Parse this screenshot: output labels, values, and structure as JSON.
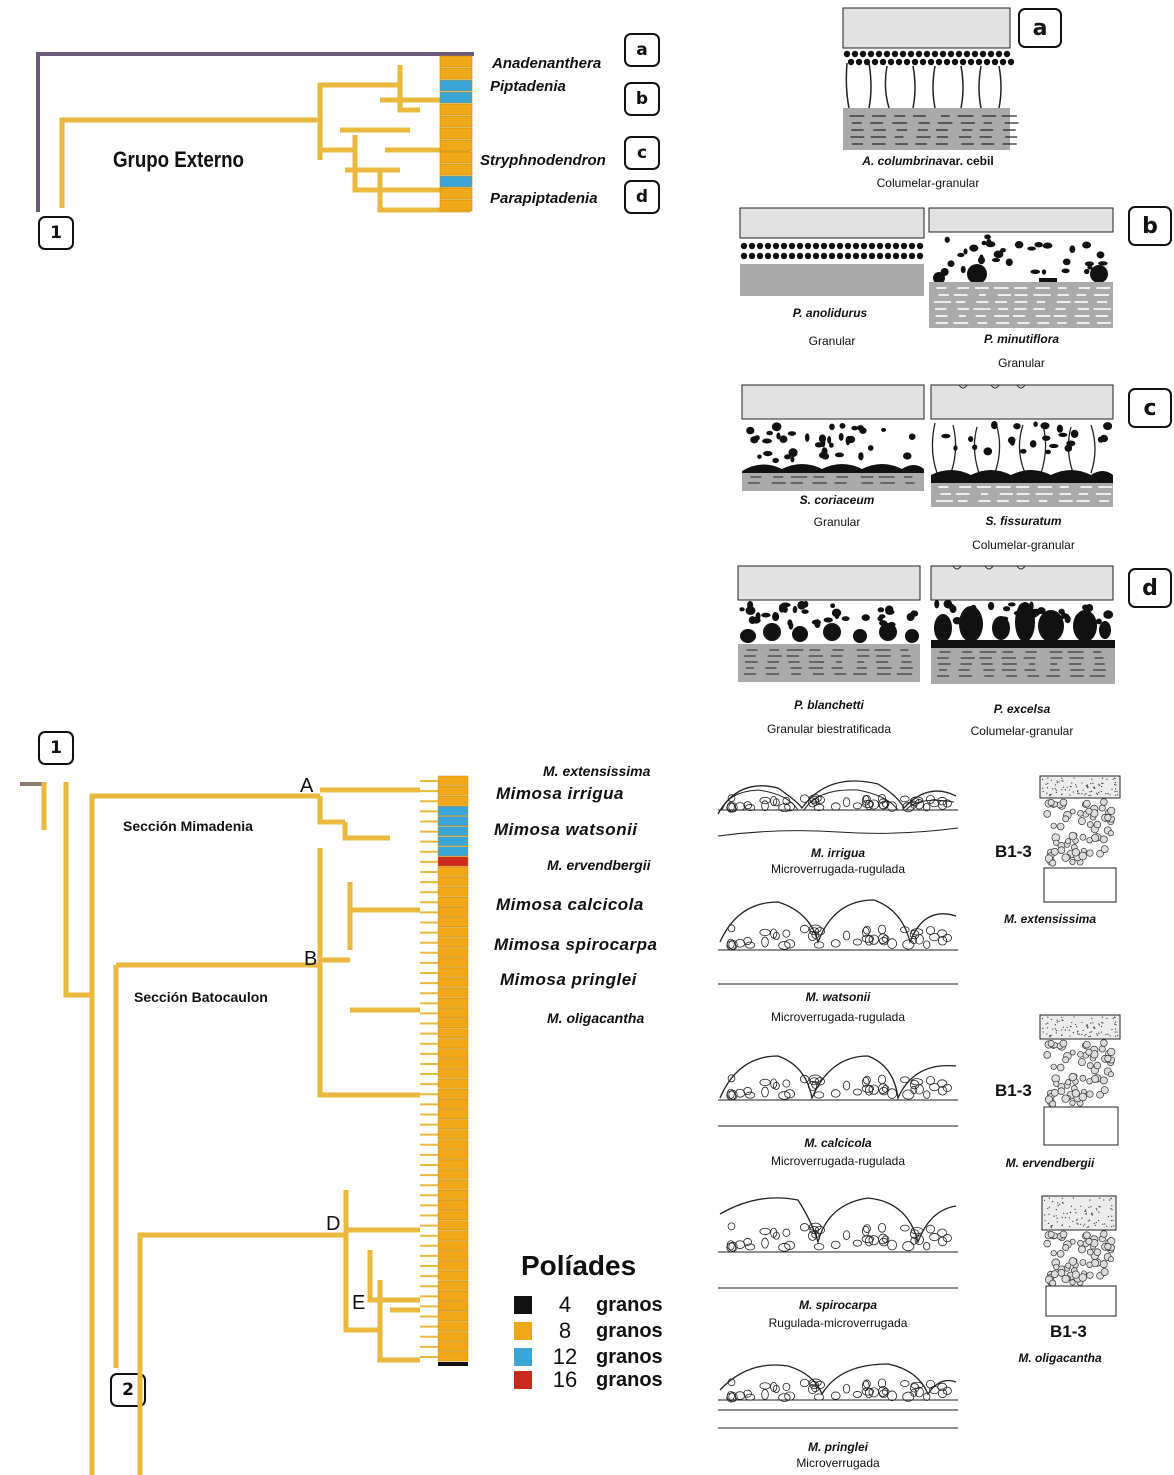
{
  "colors": {
    "branch_yellow": "#e9b83c",
    "branch_dark": "#6b5a7a",
    "bar_orange": "#f0a818",
    "bar_blue": "#3aa6d8",
    "bar_red": "#cc2a1c",
    "bar_black": "#111111",
    "gray_light": "#e2e2e2",
    "gray_mid": "#aaaaaa"
  },
  "top_tree": {
    "group_label": "Grupo Externo",
    "node_marker": "1",
    "taxa": [
      {
        "name": "Anadenanthera",
        "tag": "a"
      },
      {
        "name": "Piptadenia",
        "tag": "b"
      },
      {
        "name": "Stryphnodendron",
        "tag": "c"
      },
      {
        "name": "Parapiptadenia",
        "tag": "d"
      }
    ]
  },
  "exine_panels": {
    "a": {
      "tag": "a",
      "items": [
        {
          "species": "A. columbrina",
          "species_suffix": "var. cebil",
          "type": "Columelar-granular"
        }
      ]
    },
    "b": {
      "tag": "b",
      "items": [
        {
          "species": "P. anolidurus",
          "type": "Granular"
        },
        {
          "species": "P. minutiflora",
          "type": "Granular"
        }
      ]
    },
    "c": {
      "tag": "c",
      "items": [
        {
          "species": "S. coriaceum",
          "type": "Granular"
        },
        {
          "species": "S. fissuratum",
          "type": "Columelar-granular"
        }
      ]
    },
    "d": {
      "tag": "d",
      "items": [
        {
          "species": "P. blanchetti",
          "type": "Granular biestratificada"
        },
        {
          "species": "P. excelsa",
          "type": "Columelar-granular"
        }
      ]
    }
  },
  "bottom_tree": {
    "node_marker_top": "1",
    "node_marker_bottom": "2",
    "sections": [
      "Sección Mimadenia",
      "Sección Batocaulon"
    ],
    "clades": [
      "A",
      "B",
      "D",
      "E"
    ],
    "taxa": [
      {
        "name": "M. extensissima",
        "style": "normal"
      },
      {
        "name": "Mimosa irrigua",
        "style": "big"
      },
      {
        "name": "Mimosa watsonii",
        "style": "big"
      },
      {
        "name": "M. ervendbergii",
        "style": "normal"
      },
      {
        "name": "Mimosa calcicola",
        "style": "big"
      },
      {
        "name": "Mimosa spirocarpa",
        "style": "big"
      },
      {
        "name": "Mimosa pringlei",
        "style": "big"
      },
      {
        "name": "M. oligacantha",
        "style": "normal"
      }
    ]
  },
  "legend": {
    "title": "Políades",
    "items": [
      {
        "n": "4",
        "label": "granos",
        "color": "#111111"
      },
      {
        "n": "8",
        "label": "granos",
        "color": "#f0a818"
      },
      {
        "n": "12",
        "label": "granos",
        "color": "#3aa6d8"
      },
      {
        "n": "16",
        "label": "granos",
        "color": "#cc2a1c"
      }
    ]
  },
  "sections_drawings": [
    {
      "species": "M. irrigua",
      "type": "Microverrugada-rugulada"
    },
    {
      "species": "M. watsonii",
      "type": "Microverrugada-rugulada"
    },
    {
      "species": "M. calcicola",
      "type": "Microverrugada-rugulada"
    },
    {
      "species": "M. spirocarpa",
      "type": "Rugulada-microverrugada"
    },
    {
      "species": "M. pringlei",
      "type": "Microverrugada"
    }
  ],
  "b13_drawings": [
    {
      "label": "B1-3",
      "species": "M. extensissima"
    },
    {
      "label": "B1-3",
      "species": "M. ervendbergii"
    },
    {
      "label": "B1-3",
      "species": "M. oligacantha"
    }
  ]
}
